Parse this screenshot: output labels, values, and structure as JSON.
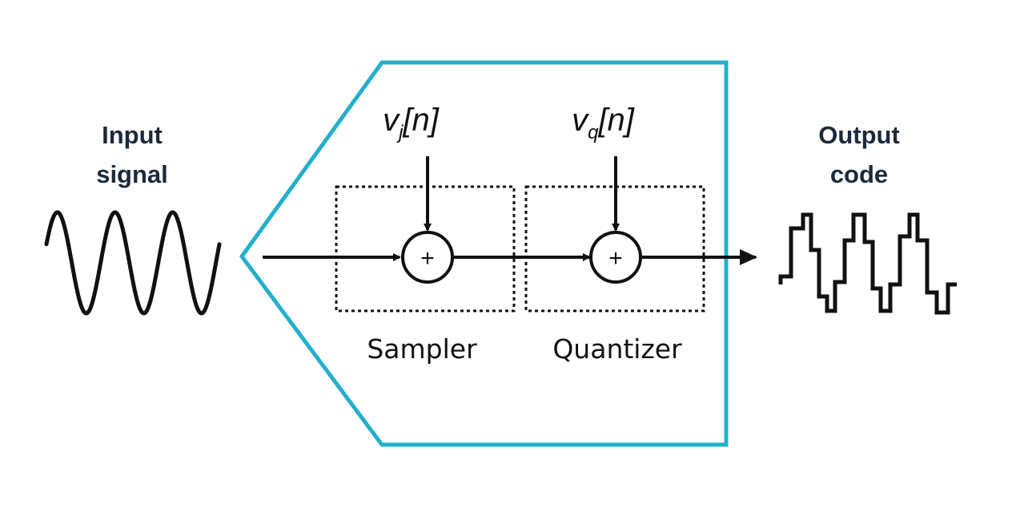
{
  "input": {
    "title_line1": "Input",
    "title_line2": "signal"
  },
  "output": {
    "title_line1": "Output",
    "title_line2": "code"
  },
  "sampler": {
    "label": "Sampler",
    "noise_var": "v",
    "noise_sub": "j",
    "noise_arg": "[n]",
    "sum_symbol": "+"
  },
  "quantizer": {
    "label": "Quantizer",
    "noise_var": "v",
    "noise_sub": "q",
    "noise_arg": "[n]",
    "sum_symbol": "+"
  },
  "colors": {
    "adc_outline": "#22b0cc",
    "ink": "#111111",
    "title": "#1b2a3b"
  }
}
